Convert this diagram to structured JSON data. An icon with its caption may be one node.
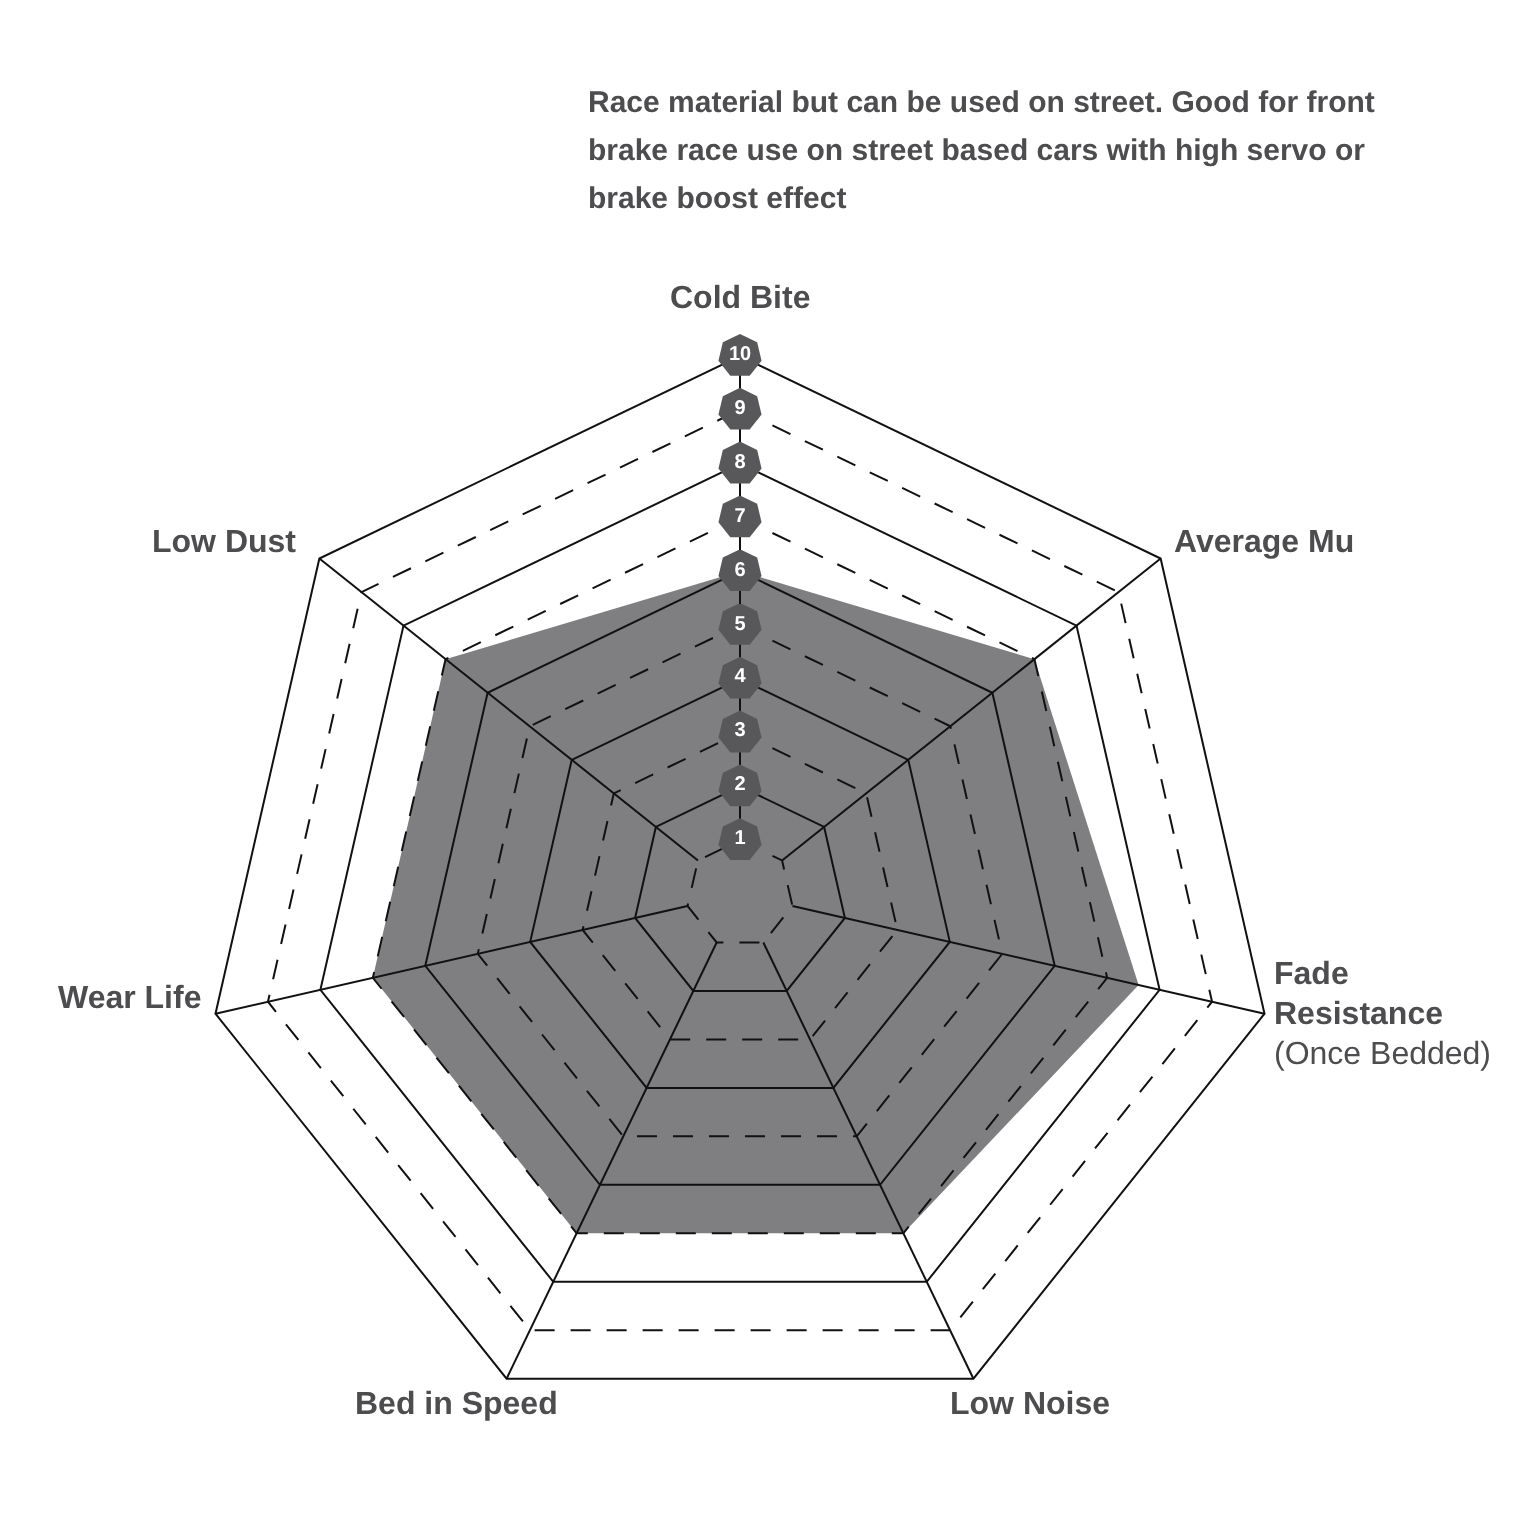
{
  "diagram": {
    "labels": [
      "Race material but can be used on street. Good for front brake race use on street based cars with high servo or brake boost effect",
      "Cold Bite",
      "Average Mu",
      "**Fade Resistance** (Once Bedded)",
      "Low Noise",
      "Bed in Speed",
      "Wear Life",
      "Low Dust",
      "10",
      "9",
      "8",
      "7",
      "6",
      "5",
      "4",
      "3",
      "2",
      "1"
    ]
  }
}
